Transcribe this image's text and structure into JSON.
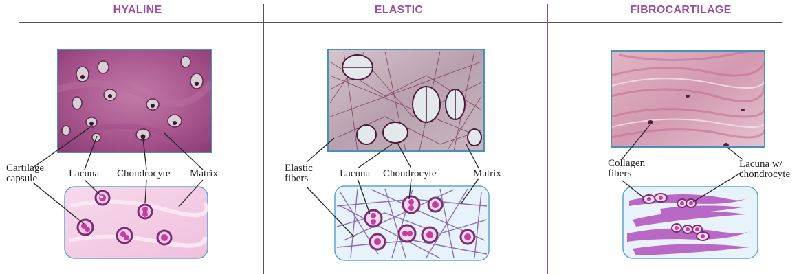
{
  "panels": [
    {
      "heading": "HYALINE",
      "labels": {
        "capsule": [
          "Cartilage",
          "capsule"
        ],
        "lacuna": [
          "Lacuna"
        ],
        "chondrocyte": [
          "Chondrocyte"
        ],
        "matrix": [
          "Matrix"
        ]
      }
    },
    {
      "heading": "ELASTIC",
      "labels": {
        "fibers": [
          "Elastic",
          "fibers"
        ],
        "lacuna": [
          "Lacuna"
        ],
        "chondrocyte": [
          "Chondrocyte"
        ],
        "matrix": [
          "Matrix"
        ]
      }
    },
    {
      "heading": "FIBROCARTILAGE",
      "labels": {
        "collagen": [
          "Collagen",
          "fibers"
        ],
        "lacuna": [
          "Lacuna w/",
          "chondrocyte"
        ]
      }
    }
  ],
  "colors": {
    "heading": "#9b4f9e",
    "micro_border": "#4a90b8",
    "schematic_border": "#5fa3cf"
  }
}
